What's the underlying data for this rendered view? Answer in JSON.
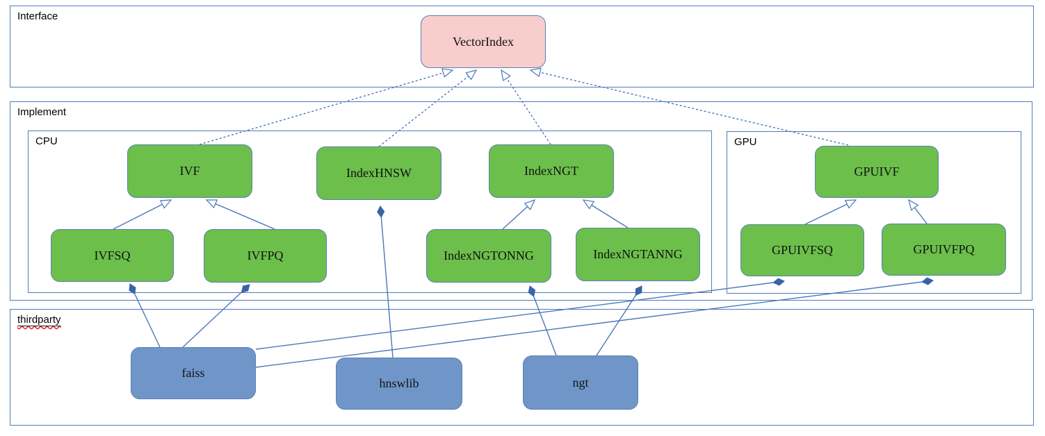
{
  "containers": {
    "interface": {
      "label": "Interface"
    },
    "implement": {
      "label": "Implement"
    },
    "cpu": {
      "label": "CPU"
    },
    "gpu": {
      "label": "GPU"
    },
    "thirdparty": {
      "label": "thirdparty"
    }
  },
  "nodes": {
    "vectorindex": {
      "label": "VectorIndex",
      "kind": "interface"
    },
    "ivf": {
      "label": "IVF",
      "kind": "cpu-implementation"
    },
    "indexhnsw": {
      "label": "IndexHNSW",
      "kind": "cpu-implementation"
    },
    "indexngt": {
      "label": "IndexNGT",
      "kind": "cpu-implementation"
    },
    "gpuivf": {
      "label": "GPUIVF",
      "kind": "gpu-implementation"
    },
    "ivfsq": {
      "label": "IVFSQ",
      "kind": "cpu-implementation"
    },
    "ivfpq": {
      "label": "IVFPQ",
      "kind": "cpu-implementation"
    },
    "indexngtonng": {
      "label": "IndexNGTONNG",
      "kind": "cpu-implementation"
    },
    "indexngtanng": {
      "label": "IndexNGTANNG",
      "kind": "cpu-implementation"
    },
    "gpuivfsq": {
      "label": "GPUIVFSQ",
      "kind": "gpu-implementation"
    },
    "gpuivfpq": {
      "label": "GPUIVFPQ",
      "kind": "gpu-implementation"
    },
    "faiss": {
      "label": "faiss",
      "kind": "thirdparty-library"
    },
    "hnswlib": {
      "label": "hnswlib",
      "kind": "thirdparty-library"
    },
    "ngt": {
      "label": "ngt",
      "kind": "thirdparty-library"
    }
  },
  "edges": [
    {
      "from": "ivf",
      "to": "vectorindex",
      "type": "realization-dashed-hollow-arrow"
    },
    {
      "from": "indexhnsw",
      "to": "vectorindex",
      "type": "realization-dashed-hollow-arrow"
    },
    {
      "from": "indexngt",
      "to": "vectorindex",
      "type": "realization-dashed-hollow-arrow"
    },
    {
      "from": "gpuivf",
      "to": "vectorindex",
      "type": "realization-dashed-hollow-arrow"
    },
    {
      "from": "ivfsq",
      "to": "ivf",
      "type": "generalization-hollow-arrow"
    },
    {
      "from": "ivfpq",
      "to": "ivf",
      "type": "generalization-hollow-arrow"
    },
    {
      "from": "indexngtonng",
      "to": "indexngt",
      "type": "generalization-hollow-arrow"
    },
    {
      "from": "indexngtanng",
      "to": "indexngt",
      "type": "generalization-hollow-arrow"
    },
    {
      "from": "gpuivfsq",
      "to": "gpuivf",
      "type": "generalization-hollow-arrow"
    },
    {
      "from": "gpuivfpq",
      "to": "gpuivf",
      "type": "generalization-hollow-arrow"
    },
    {
      "from": "faiss",
      "to": "ivfsq",
      "type": "composition-filled-diamond"
    },
    {
      "from": "faiss",
      "to": "ivfpq",
      "type": "composition-filled-diamond"
    },
    {
      "from": "faiss",
      "to": "gpuivfsq",
      "type": "composition-filled-diamond"
    },
    {
      "from": "faiss",
      "to": "gpuivfpq",
      "type": "composition-filled-diamond"
    },
    {
      "from": "hnswlib",
      "to": "indexhnsw",
      "type": "composition-filled-diamond"
    },
    {
      "from": "ngt",
      "to": "indexngtonng",
      "type": "composition-filled-diamond"
    },
    {
      "from": "ngt",
      "to": "indexngtanng",
      "type": "composition-filled-diamond"
    }
  ],
  "colors": {
    "interface_fill": "#f8cecc",
    "implementation_fill": "#6cbf4b",
    "thirdparty_fill": "#7096c9",
    "stroke": "#4a77b5",
    "diamond_fill": "#3a64a8",
    "spellcheck_underline": "#d22222",
    "text": "#111111"
  }
}
